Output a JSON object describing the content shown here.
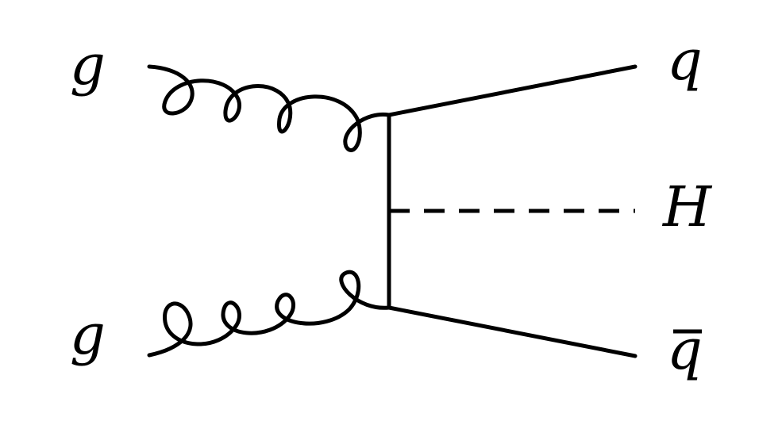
{
  "diagram": {
    "labels": {
      "gluon_top": "g",
      "gluon_bottom": "g",
      "quark_out": "q",
      "higgs_out": "H",
      "antiquark_out": "q"
    }
  }
}
